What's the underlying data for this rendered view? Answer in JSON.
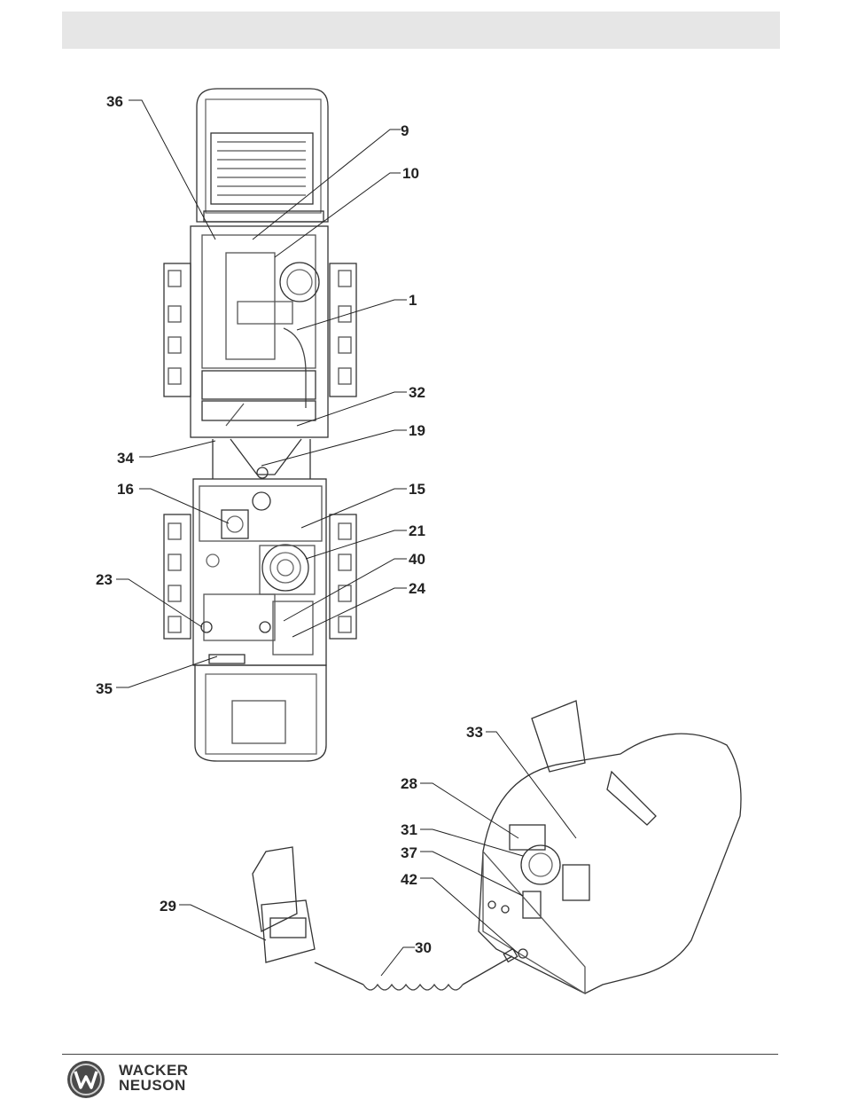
{
  "callouts": [
    {
      "id": "c36",
      "label": "36"
    },
    {
      "id": "c9",
      "label": "9"
    },
    {
      "id": "c10",
      "label": "10"
    },
    {
      "id": "c1",
      "label": "1"
    },
    {
      "id": "c32",
      "label": "32"
    },
    {
      "id": "c19",
      "label": "19"
    },
    {
      "id": "c34",
      "label": "34"
    },
    {
      "id": "c16",
      "label": "16"
    },
    {
      "id": "c15",
      "label": "15"
    },
    {
      "id": "c21",
      "label": "21"
    },
    {
      "id": "c40",
      "label": "40"
    },
    {
      "id": "c23",
      "label": "23"
    },
    {
      "id": "c24",
      "label": "24"
    },
    {
      "id": "c35",
      "label": "35"
    },
    {
      "id": "c33",
      "label": "33"
    },
    {
      "id": "c28",
      "label": "28"
    },
    {
      "id": "c31",
      "label": "31"
    },
    {
      "id": "c37",
      "label": "37"
    },
    {
      "id": "c42",
      "label": "42"
    },
    {
      "id": "c29",
      "label": "29"
    },
    {
      "id": "c30",
      "label": "30"
    }
  ],
  "footer": {
    "brand_line1": "WACKER",
    "brand_line2": "NEUSON",
    "logo_icon": "wacker-neuson-logo-icon"
  }
}
